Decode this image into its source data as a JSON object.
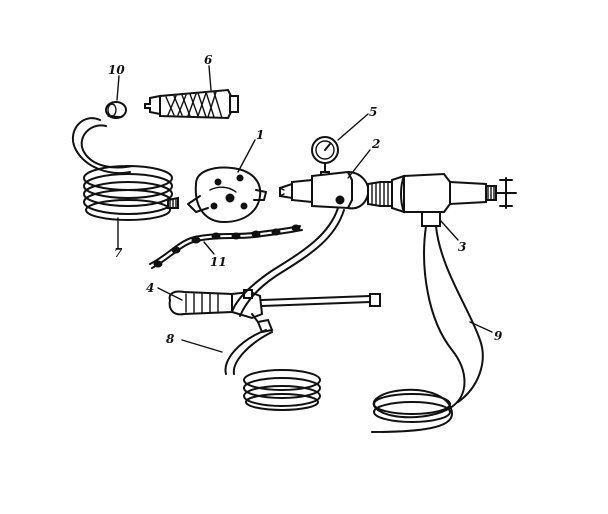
{
  "callouts": [
    {
      "id": "p1",
      "text": "1"
    },
    {
      "id": "p2",
      "text": "2"
    },
    {
      "id": "p3",
      "text": "3"
    },
    {
      "id": "p4",
      "text": "4"
    },
    {
      "id": "p5",
      "text": "5"
    },
    {
      "id": "p6",
      "text": "6"
    },
    {
      "id": "p7",
      "text": "7"
    },
    {
      "id": "p8",
      "text": "8"
    },
    {
      "id": "p9",
      "text": "9"
    },
    {
      "id": "p10",
      "text": "10"
    },
    {
      "id": "p11",
      "text": "11"
    }
  ],
  "colors": {
    "ink": "#111111",
    "paper": "#ffffff"
  }
}
